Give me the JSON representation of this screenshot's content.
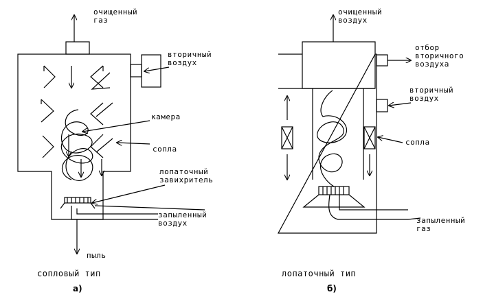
{
  "left": {
    "gas_out": "очищенный\nгаз",
    "secondary_air": "вторичный\nвоздух",
    "chamber": "камера",
    "nozzles": "сопла",
    "swirler": "лопаточный\nзавихритель",
    "dusty_air": "запыленный\nвоздух",
    "dust": "пыль",
    "type": "сопловый тип",
    "letter": "а)"
  },
  "right": {
    "air_out": "очищенный\nвоздух",
    "secondary_takeoff": "отбор\nвторичного\nвоздуха",
    "secondary_air": "вторичный\nвоздух",
    "nozzles": "сопла",
    "dusty_gas": "запыленный\nгаз",
    "type": "лопаточный тип",
    "letter": "б)"
  }
}
